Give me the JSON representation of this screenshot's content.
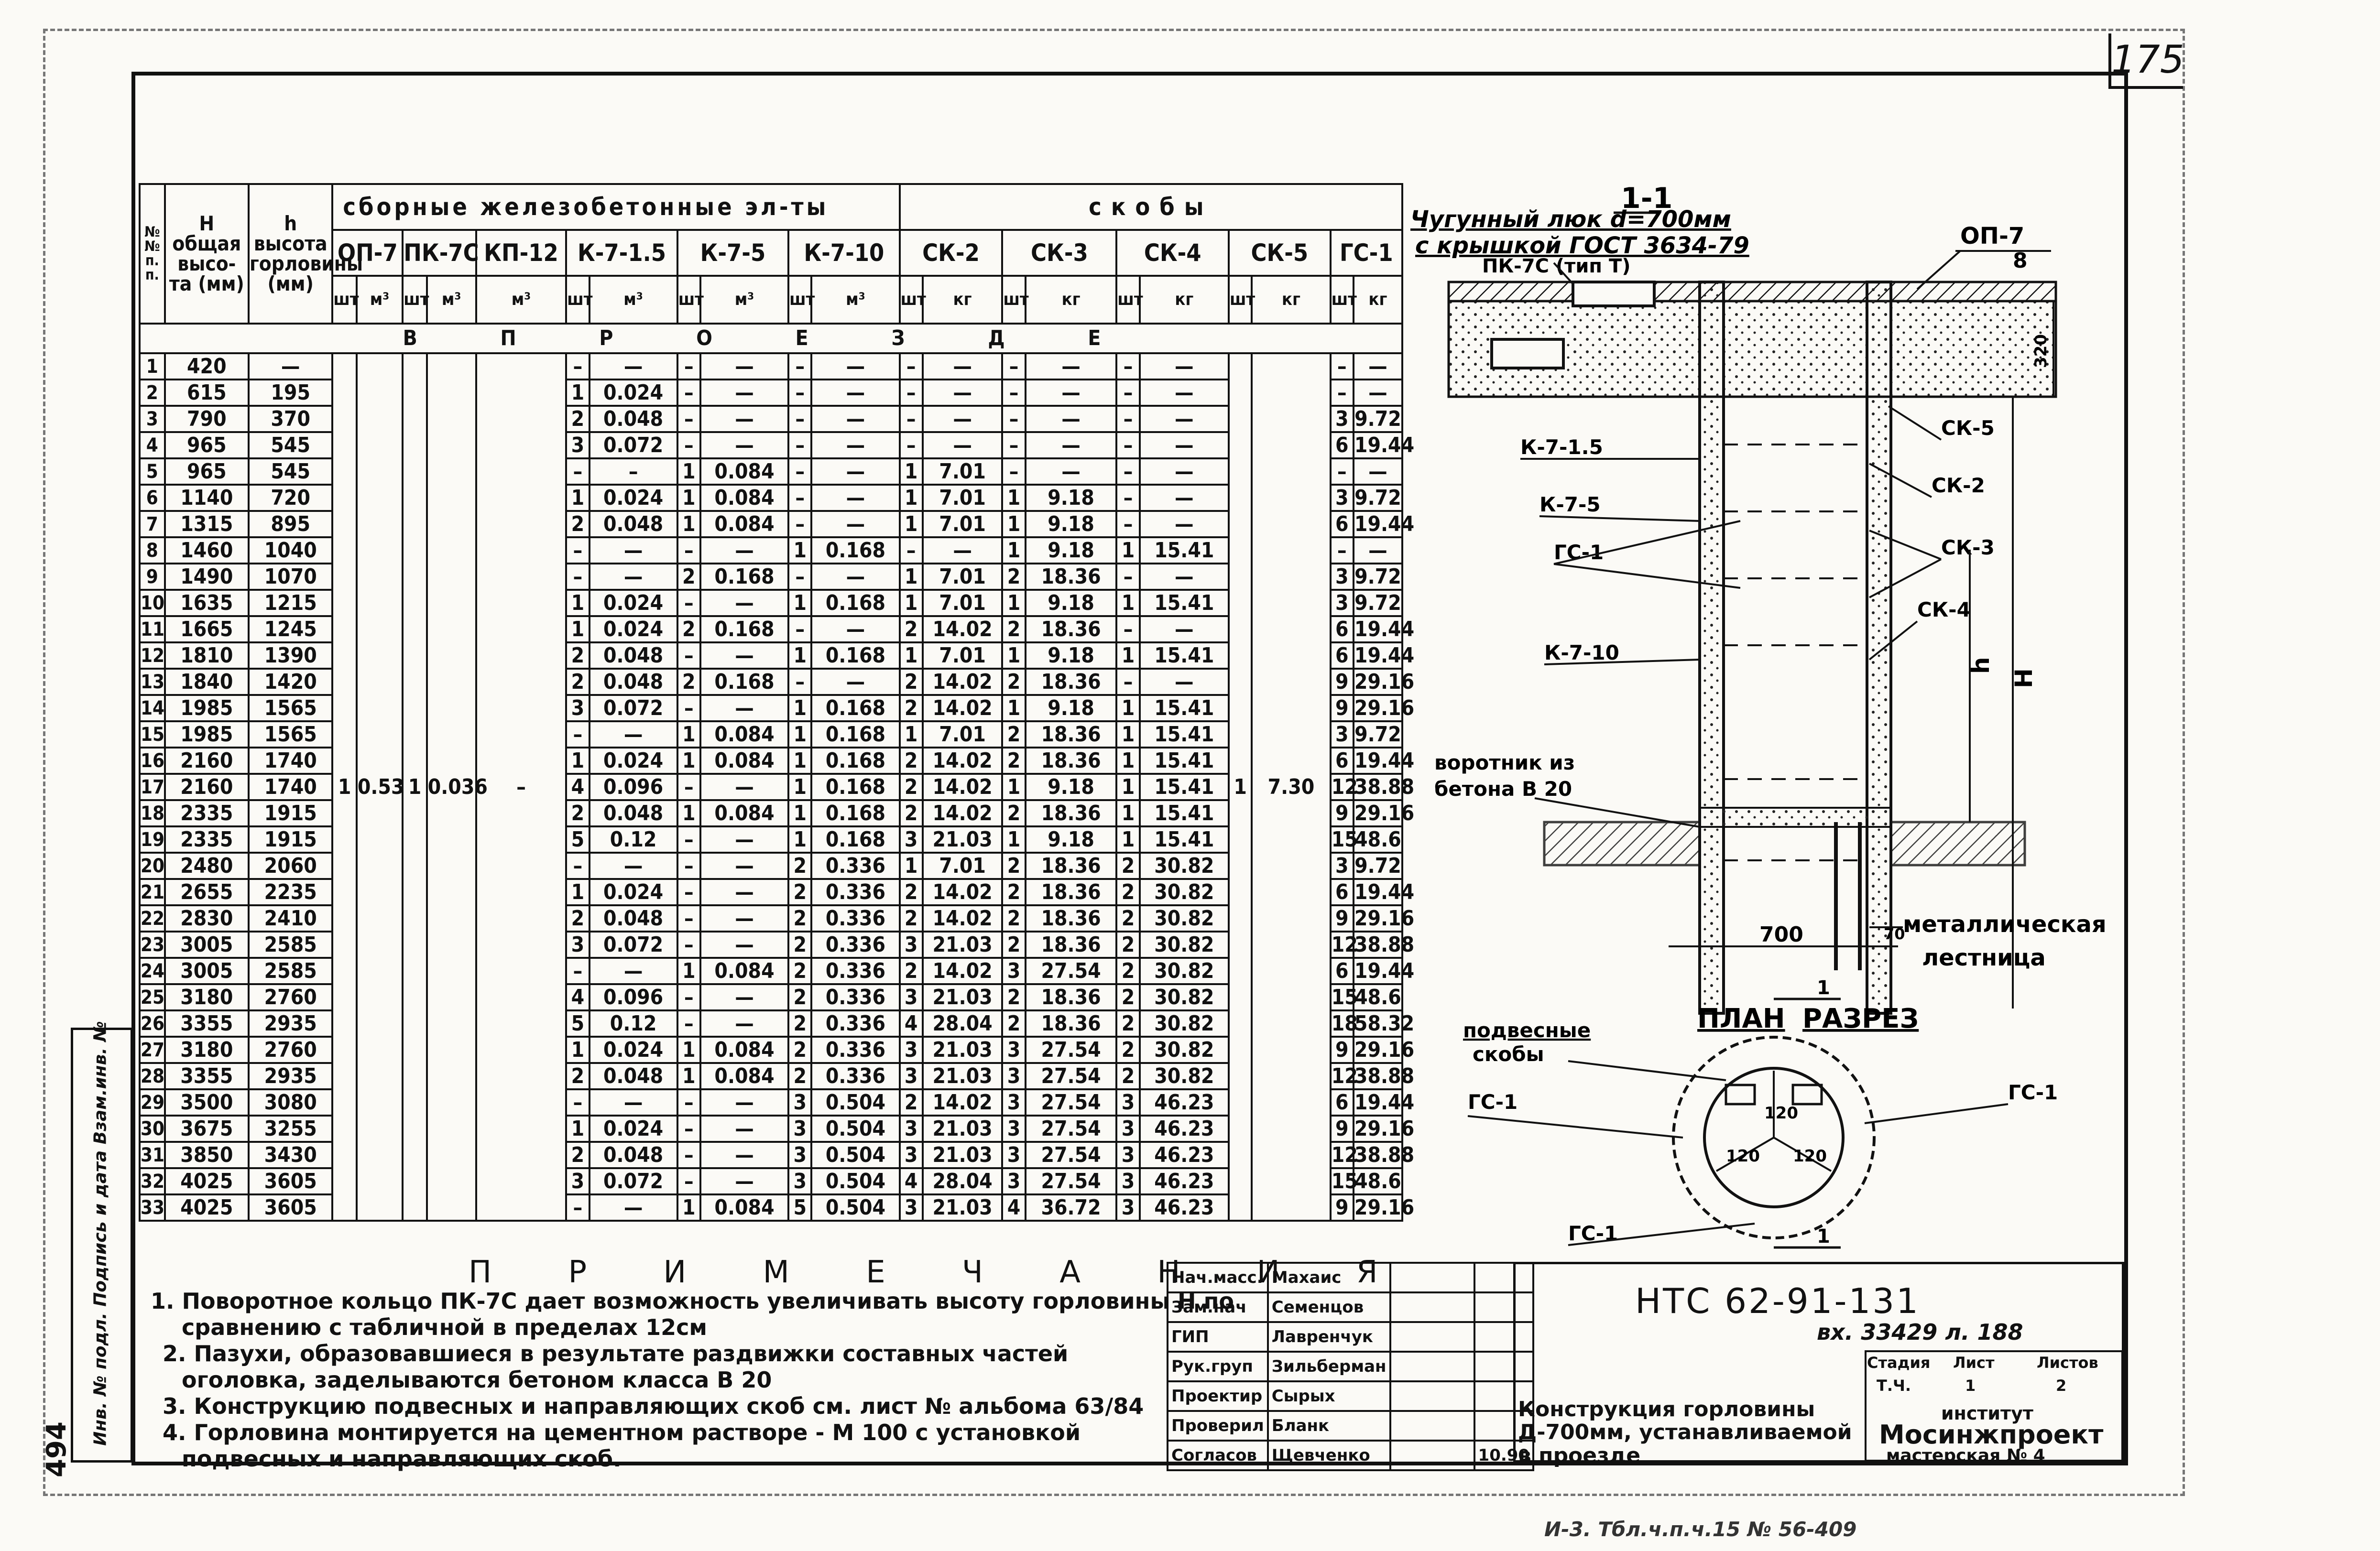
{
  "page_number": "175",
  "left_margin_label": "Инв. № подл. Подпись и дата Взам.инв. №",
  "left_margin_number": "494",
  "table": {
    "col_n": "№ № п. п.",
    "col_H": "H общая высо- та (мм)",
    "col_h": "h высота горловины (мм)",
    "group_sb": "сборные железобетонные эл-ты",
    "group_sk": "скобы",
    "elements": [
      "ОП-7",
      "ПК-7С",
      "КП-12",
      "К-7-1.5",
      "К-7-5",
      "К-7-10",
      "СК-2",
      "СК-3",
      "СК-4",
      "СК-5",
      "ГС-1"
    ],
    "units": [
      "шт",
      "м³",
      "шт",
      "м³",
      "м³",
      "шт",
      "м³",
      "шт",
      "м³",
      "шт",
      "м³",
      "шт",
      "кг",
      "шт",
      "кг",
      "шт",
      "кг",
      "шт",
      "кг",
      "шт",
      "кг"
    ],
    "section": "В П Р О Е З Д Е",
    "merged": {
      "op7_n": "1",
      "op7_m": "0.53",
      "pk7c_n": "1",
      "pk7c_m": "0.036",
      "kp12": "–",
      "sk5_n": "1",
      "sk5_kg": "7.30"
    },
    "rows": [
      [
        "1",
        "420",
        "—",
        "–",
        "—",
        "–",
        "—",
        "–",
        "—",
        "–",
        "—",
        "–",
        "—",
        "–",
        "—",
        "–",
        "—"
      ],
      [
        "2",
        "615",
        "195",
        "1",
        "0.024",
        "–",
        "—",
        "–",
        "—",
        "–",
        "—",
        "–",
        "—",
        "–",
        "—",
        "–",
        "—"
      ],
      [
        "3",
        "790",
        "370",
        "2",
        "0.048",
        "–",
        "—",
        "–",
        "—",
        "–",
        "—",
        "–",
        "—",
        "–",
        "—",
        "3",
        "9.72"
      ],
      [
        "4",
        "965",
        "545",
        "3",
        "0.072",
        "–",
        "—",
        "–",
        "—",
        "–",
        "—",
        "–",
        "—",
        "–",
        "—",
        "6",
        "19.44"
      ],
      [
        "5",
        "965",
        "545",
        "–",
        "–",
        "1",
        "0.084",
        "–",
        "—",
        "1",
        "7.01",
        "–",
        "—",
        "–",
        "—",
        "–",
        "—"
      ],
      [
        "6",
        "1140",
        "720",
        "1",
        "0.024",
        "1",
        "0.084",
        "–",
        "—",
        "1",
        "7.01",
        "1",
        "9.18",
        "–",
        "—",
        "3",
        "9.72"
      ],
      [
        "7",
        "1315",
        "895",
        "2",
        "0.048",
        "1",
        "0.084",
        "–",
        "—",
        "1",
        "7.01",
        "1",
        "9.18",
        "–",
        "—",
        "6",
        "19.44"
      ],
      [
        "8",
        "1460",
        "1040",
        "–",
        "—",
        "–",
        "—",
        "1",
        "0.168",
        "–",
        "—",
        "1",
        "9.18",
        "1",
        "15.41",
        "–",
        "—"
      ],
      [
        "9",
        "1490",
        "1070",
        "–",
        "—",
        "2",
        "0.168",
        "–",
        "—",
        "1",
        "7.01",
        "2",
        "18.36",
        "–",
        "—",
        "3",
        "9.72"
      ],
      [
        "10",
        "1635",
        "1215",
        "1",
        "0.024",
        "–",
        "—",
        "1",
        "0.168",
        "1",
        "7.01",
        "1",
        "9.18",
        "1",
        "15.41",
        "3",
        "9.72"
      ],
      [
        "11",
        "1665",
        "1245",
        "1",
        "0.024",
        "2",
        "0.168",
        "–",
        "—",
        "2",
        "14.02",
        "2",
        "18.36",
        "–",
        "—",
        "6",
        "19.44"
      ],
      [
        "12",
        "1810",
        "1390",
        "2",
        "0.048",
        "–",
        "—",
        "1",
        "0.168",
        "1",
        "7.01",
        "1",
        "9.18",
        "1",
        "15.41",
        "6",
        "19.44"
      ],
      [
        "13",
        "1840",
        "1420",
        "2",
        "0.048",
        "2",
        "0.168",
        "–",
        "—",
        "2",
        "14.02",
        "2",
        "18.36",
        "–",
        "—",
        "9",
        "29.16"
      ],
      [
        "14",
        "1985",
        "1565",
        "3",
        "0.072",
        "–",
        "—",
        "1",
        "0.168",
        "2",
        "14.02",
        "1",
        "9.18",
        "1",
        "15.41",
        "9",
        "29.16"
      ],
      [
        "15",
        "1985",
        "1565",
        "–",
        "—",
        "1",
        "0.084",
        "1",
        "0.168",
        "1",
        "7.01",
        "2",
        "18.36",
        "1",
        "15.41",
        "3",
        "9.72"
      ],
      [
        "16",
        "2160",
        "1740",
        "1",
        "0.024",
        "1",
        "0.084",
        "1",
        "0.168",
        "2",
        "14.02",
        "2",
        "18.36",
        "1",
        "15.41",
        "6",
        "19.44"
      ],
      [
        "17",
        "2160",
        "1740",
        "4",
        "0.096",
        "–",
        "—",
        "1",
        "0.168",
        "2",
        "14.02",
        "1",
        "9.18",
        "1",
        "15.41",
        "12",
        "38.88"
      ],
      [
        "18",
        "2335",
        "1915",
        "2",
        "0.048",
        "1",
        "0.084",
        "1",
        "0.168",
        "2",
        "14.02",
        "2",
        "18.36",
        "1",
        "15.41",
        "9",
        "29.16"
      ],
      [
        "19",
        "2335",
        "1915",
        "5",
        "0.12",
        "–",
        "—",
        "1",
        "0.168",
        "3",
        "21.03",
        "1",
        "9.18",
        "1",
        "15.41",
        "15",
        "48.6"
      ],
      [
        "20",
        "2480",
        "2060",
        "–",
        "—",
        "–",
        "—",
        "2",
        "0.336",
        "1",
        "7.01",
        "2",
        "18.36",
        "2",
        "30.82",
        "3",
        "9.72"
      ],
      [
        "21",
        "2655",
        "2235",
        "1",
        "0.024",
        "–",
        "—",
        "2",
        "0.336",
        "2",
        "14.02",
        "2",
        "18.36",
        "2",
        "30.82",
        "6",
        "19.44"
      ],
      [
        "22",
        "2830",
        "2410",
        "2",
        "0.048",
        "–",
        "—",
        "2",
        "0.336",
        "2",
        "14.02",
        "2",
        "18.36",
        "2",
        "30.82",
        "9",
        "29.16"
      ],
      [
        "23",
        "3005",
        "2585",
        "3",
        "0.072",
        "–",
        "—",
        "2",
        "0.336",
        "3",
        "21.03",
        "2",
        "18.36",
        "2",
        "30.82",
        "12",
        "38.88"
      ],
      [
        "24",
        "3005",
        "2585",
        "–",
        "—",
        "1",
        "0.084",
        "2",
        "0.336",
        "2",
        "14.02",
        "3",
        "27.54",
        "2",
        "30.82",
        "6",
        "19.44"
      ],
      [
        "25",
        "3180",
        "2760",
        "4",
        "0.096",
        "–",
        "—",
        "2",
        "0.336",
        "3",
        "21.03",
        "2",
        "18.36",
        "2",
        "30.82",
        "15",
        "48.6"
      ],
      [
        "26",
        "3355",
        "2935",
        "5",
        "0.12",
        "–",
        "—",
        "2",
        "0.336",
        "4",
        "28.04",
        "2",
        "18.36",
        "2",
        "30.82",
        "18",
        "58.32"
      ],
      [
        "27",
        "3180",
        "2760",
        "1",
        "0.024",
        "1",
        "0.084",
        "2",
        "0.336",
        "3",
        "21.03",
        "3",
        "27.54",
        "2",
        "30.82",
        "9",
        "29.16"
      ],
      [
        "28",
        "3355",
        "2935",
        "2",
        "0.048",
        "1",
        "0.084",
        "2",
        "0.336",
        "3",
        "21.03",
        "3",
        "27.54",
        "2",
        "30.82",
        "12",
        "38.88"
      ],
      [
        "29",
        "3500",
        "3080",
        "–",
        "—",
        "–",
        "—",
        "3",
        "0.504",
        "2",
        "14.02",
        "3",
        "27.54",
        "3",
        "46.23",
        "6",
        "19.44"
      ],
      [
        "30",
        "3675",
        "3255",
        "1",
        "0.024",
        "–",
        "—",
        "3",
        "0.504",
        "3",
        "21.03",
        "3",
        "27.54",
        "3",
        "46.23",
        "9",
        "29.16"
      ],
      [
        "31",
        "3850",
        "3430",
        "2",
        "0.048",
        "–",
        "—",
        "3",
        "0.504",
        "3",
        "21.03",
        "3",
        "27.54",
        "3",
        "46.23",
        "12",
        "38.88"
      ],
      [
        "32",
        "4025",
        "3605",
        "3",
        "0.072",
        "–",
        "—",
        "3",
        "0.504",
        "4",
        "28.04",
        "3",
        "27.54",
        "3",
        "46.23",
        "15",
        "48.6"
      ],
      [
        "33",
        "4025",
        "3605",
        "–",
        "—",
        "1",
        "0.084",
        "5",
        "0.504",
        "3",
        "21.03",
        "4",
        "36.72",
        "3",
        "46.23",
        "9",
        "29.16"
      ]
    ]
  },
  "drawing": {
    "section_title": "1-1",
    "hatch_label": "Чугунный люк d=700мм с крышкой ГОСТ 3634-79",
    "pk_label": "ПК-7С (тип Т)",
    "op_label": "ОП-7",
    "dim_top": "8",
    "dim_side": "320",
    "labels_left": [
      "К-7-1.5",
      "К-7-5",
      "ГС-1",
      "К-7-10"
    ],
    "labels_right": [
      "СК-5",
      "СК-2",
      "СК-3",
      "СК-4"
    ],
    "collar_label": "воротник из бетона В 20",
    "dim_h": "h",
    "dim_H": "H",
    "dim_bottom": "700",
    "dim_small": "70",
    "ladder_label": "металлическая лестница",
    "plan_title": "ПЛАН",
    "plan_cut": "РАЗРЕЗ",
    "plan_marker": "1",
    "hang_label": "подвесные скобы",
    "gs_left": "ГС-1",
    "gs_right": "ГС-1",
    "gs_bottom": "ГС-1",
    "angles": [
      "120",
      "120",
      "120"
    ]
  },
  "notes": {
    "title": "П Р И М Е Ч А Н И Я",
    "items": [
      "1. Поворотное кольцо ПК-7С дает возможность увеличивать высоту горловины Н по",
      "сравнению с табличной в пределах 12см",
      "2. Пазухи, образовавшиеся в результате раздвижки составных частей",
      "оголовка, заделываются бетоном класса В 20",
      "3. Конструкцию подвесных и направляющих скоб см. лист № альбома 63/84",
      "4. Горловина монтируется на цементном растворе - М 100 с установкой",
      "подвесных и направляющих скоб."
    ]
  },
  "stamp": {
    "roles": [
      "Нач.масс.",
      "Зам.нач",
      "ГИП",
      "Рук.груп",
      "Проектир",
      "Проверил",
      "Согласов"
    ],
    "names": [
      "Махаис",
      "Семенцов",
      "Лавренчук",
      "Зильберман",
      "Сырых",
      "Бланк",
      "Щевченко"
    ],
    "date": "10.90",
    "code": "НТС 62-91-131",
    "reg": "вх. 33429 л. 188",
    "stage_head": "Стадия",
    "sheet_head": "Лист",
    "sheets_head": "Листов",
    "stage": "Т.Ч.",
    "sheet": "1",
    "sheets": "2",
    "title": "Конструкция горловины Д-700мм, устанавливаемой в проезде",
    "org1": "институт",
    "org2": "Мосинжпроект",
    "org3": "мастерская № 4"
  },
  "footer": "И-3. Тбл.ч.п.ч.15 № 56-409"
}
